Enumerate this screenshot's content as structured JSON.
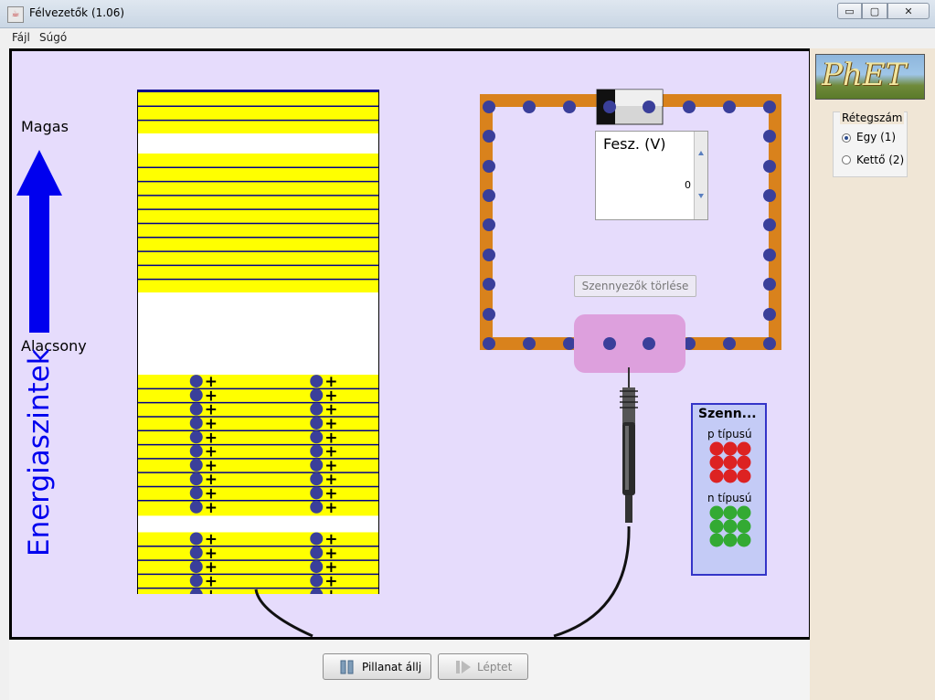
{
  "window": {
    "title": "Félvezetők (1.06)",
    "minimize": "▭",
    "maximize": "▢",
    "close": "✕",
    "app_icon": "java-icon"
  },
  "menu": {
    "items": [
      "Fájl",
      "Súgó"
    ]
  },
  "energy_axis": {
    "high_label": "Magas",
    "low_label": "Alacsony",
    "title": "Energiaszintek",
    "arrow_color": "#0000ee"
  },
  "band_panel": {
    "band_color": "#ffff00",
    "line_color": "#00008b",
    "bands": [
      {
        "from": 0.0,
        "to": 0.082
      },
      {
        "from": 0.122,
        "to": 0.399
      },
      {
        "from": 0.563,
        "to": 0.844
      },
      {
        "from": 0.877,
        "to": 1.0
      }
    ],
    "electron_columns": [
      0.25,
      0.75
    ],
    "filled_band_indices": [
      2,
      3
    ]
  },
  "circuit": {
    "wire_color": "#d9821c",
    "electron_color": "#3a3f9a",
    "contact_color": "#dda0dd"
  },
  "voltage": {
    "label": "Fesz. (V)",
    "value": "0"
  },
  "clear_dopants_label": "Szennyezők törlése",
  "dopant_panel": {
    "title": "Szenn...",
    "p_type_label": "p típusú",
    "n_type_label": "n típusú",
    "p_color": "#dd2222",
    "n_color": "#33aa33"
  },
  "controls": {
    "pause_label": "Pillanat állj",
    "step_label": "Léptet"
  },
  "side_panel": {
    "logo_text": "PhET",
    "layer_title": "Rétegszám",
    "options": [
      {
        "label": "Egy (1)",
        "selected": true
      },
      {
        "label": "Kettő (2)",
        "selected": false
      }
    ]
  }
}
